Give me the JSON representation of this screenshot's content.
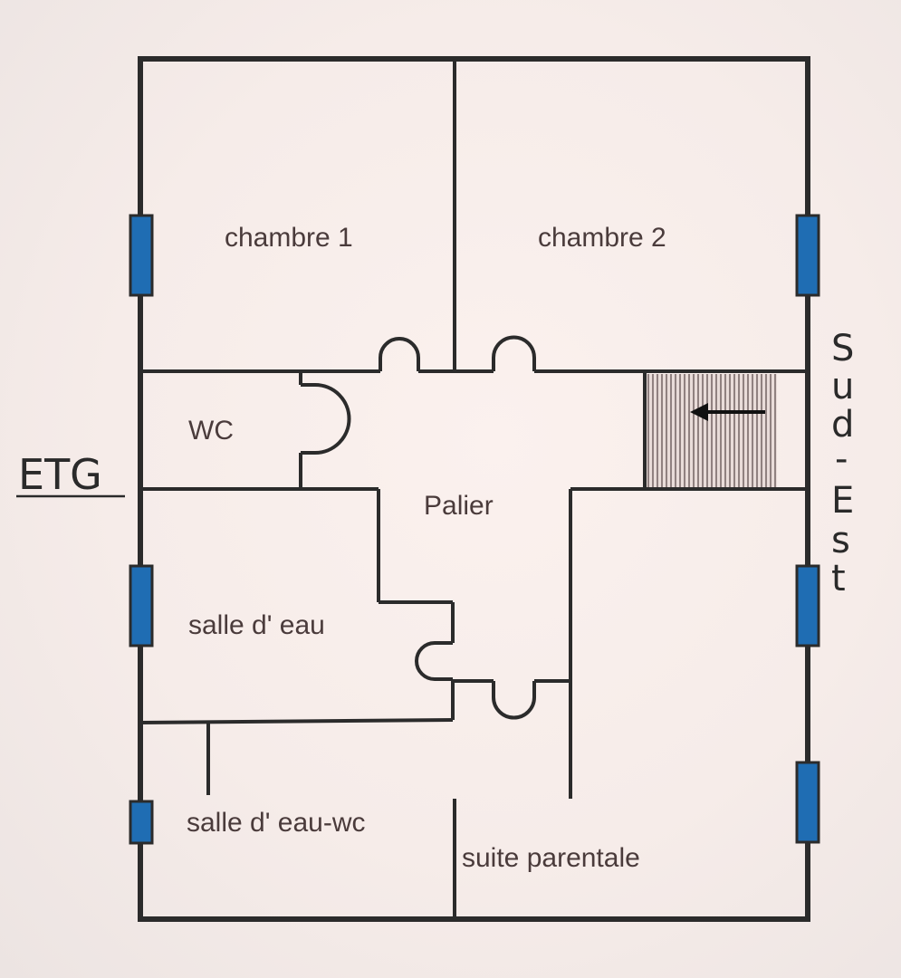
{
  "rooms": {
    "chambre1": "chambre 1",
    "chambre2": "chambre 2",
    "wc": "WC",
    "palier": "Palier",
    "salle_eau": "salle d' eau",
    "salle_eau_wc": "salle d' eau-wc",
    "suite": "suite parentale"
  },
  "annotations": {
    "floor": "ETG",
    "orientation": [
      "S",
      "u",
      "d",
      "-",
      "E",
      "s",
      "t"
    ]
  },
  "colors": {
    "wall": "#2b2b2b",
    "window": "#1f6db3",
    "stairs_hatch": "#7a6a6a",
    "text": "#4a3b3b"
  }
}
